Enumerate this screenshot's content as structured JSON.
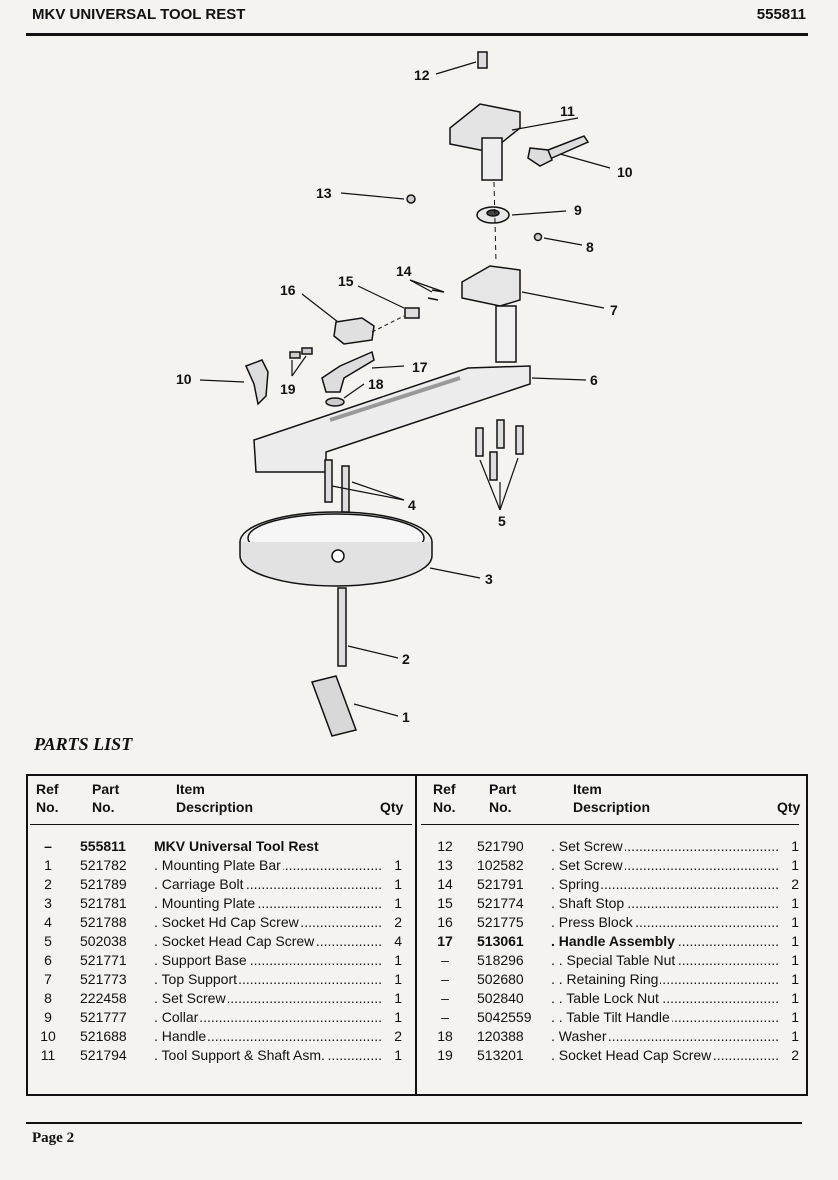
{
  "header": {
    "title": "MKV UNIVERSAL TOOL REST",
    "part_number": "555811"
  },
  "diagram": {
    "callouts": [
      "12",
      "11",
      "10",
      "13",
      "9",
      "8",
      "14",
      "15",
      "16",
      "7",
      "17",
      "10",
      "18",
      "19",
      "6",
      "4",
      "5",
      "3",
      "2",
      "1"
    ]
  },
  "parts_list": {
    "heading": "PARTS LIST",
    "columns": {
      "ref_1": "Ref",
      "ref_2": "No.",
      "part_1": "Part",
      "part_2": "No.",
      "item_1": "Item",
      "item_2": "Description",
      "qty": "Qty"
    },
    "left": [
      {
        "ref": "–",
        "part": "555811",
        "desc": "MKV Universal Tool Rest",
        "qty": ""
      },
      {
        "ref": "1",
        "part": "521782",
        "desc": ". Mounting Plate Bar",
        "qty": "1"
      },
      {
        "ref": "2",
        "part": "521789",
        "desc": ". Carriage Bolt",
        "qty": "1"
      },
      {
        "ref": "3",
        "part": "521781",
        "desc": ". Mounting Plate",
        "qty": "1"
      },
      {
        "ref": "4",
        "part": "521788",
        "desc": ". Socket Hd Cap Screw",
        "qty": "2"
      },
      {
        "ref": "5",
        "part": "502038",
        "desc": ". Socket Head Cap Screw",
        "qty": "4"
      },
      {
        "ref": "6",
        "part": "521771",
        "desc": ". Support Base",
        "qty": "1"
      },
      {
        "ref": "7",
        "part": "521773",
        "desc": ". Top Support",
        "qty": "1"
      },
      {
        "ref": "8",
        "part": "222458",
        "desc": ". Set Screw",
        "qty": "1"
      },
      {
        "ref": "9",
        "part": "521777",
        "desc": ". Collar",
        "qty": "1"
      },
      {
        "ref": "10",
        "part": "521688",
        "desc": ". Handle",
        "qty": "2"
      },
      {
        "ref": "11",
        "part": "521794",
        "desc": ". Tool Support & Shaft Asm.",
        "qty": "1"
      }
    ],
    "right": [
      {
        "ref": "12",
        "part": "521790",
        "desc": ". Set Screw",
        "qty": "1"
      },
      {
        "ref": "13",
        "part": "102582",
        "desc": ". Set Screw",
        "qty": "1"
      },
      {
        "ref": "14",
        "part": "521791",
        "desc": ". Spring",
        "qty": "2"
      },
      {
        "ref": "15",
        "part": "521774",
        "desc": ". Shaft Stop",
        "qty": "1"
      },
      {
        "ref": "16",
        "part": "521775",
        "desc": ". Press Block",
        "qty": "1"
      },
      {
        "ref": "17",
        "part": "513061",
        "desc": ". Handle Assembly",
        "qty": "1"
      },
      {
        "ref": "–",
        "part": "518296",
        "desc": ". . Special Table Nut",
        "qty": "1"
      },
      {
        "ref": "–",
        "part": "502680",
        "desc": ". . Retaining Ring",
        "qty": "1"
      },
      {
        "ref": "–",
        "part": "502840",
        "desc": ". . Table Lock Nut",
        "qty": "1"
      },
      {
        "ref": "–",
        "part": "5042559",
        "desc": ". . Table Tilt Handle",
        "qty": "1"
      },
      {
        "ref": "18",
        "part": "120388",
        "desc": ". Washer",
        "qty": "1"
      },
      {
        "ref": "19",
        "part": "513201",
        "desc": ". Socket Head Cap Screw",
        "qty": "2"
      }
    ]
  },
  "footer": {
    "page": "Page 2"
  }
}
